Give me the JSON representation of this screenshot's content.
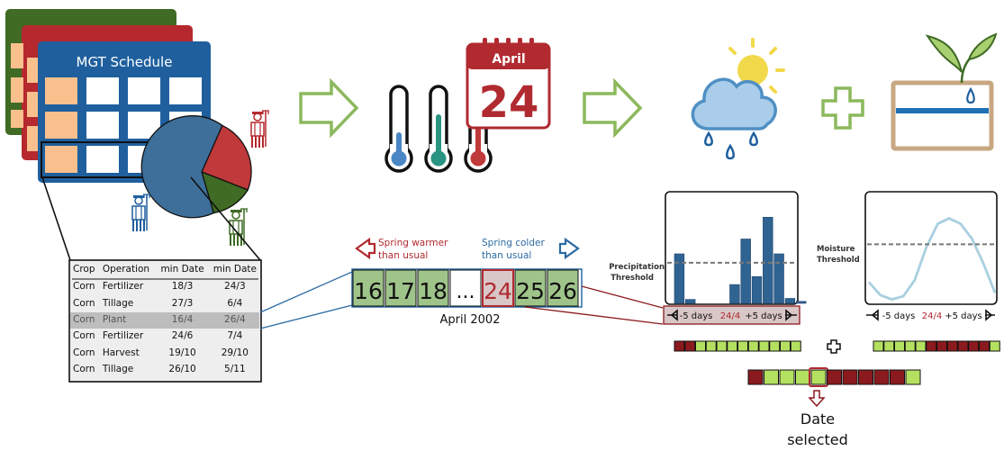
{
  "schedule": {
    "title": "MGT Schedule",
    "headers": [
      "Crop",
      "Operation",
      "min Date",
      "min Date"
    ],
    "rows": [
      [
        "Corn",
        "Fertilizer",
        "18/3",
        "24/3"
      ],
      [
        "Corn",
        "Tillage",
        "27/3",
        "6/4"
      ],
      [
        "Corn",
        "Plant",
        "16/4",
        "26/4"
      ],
      [
        "Corn",
        "Fertilizer",
        "24/6",
        "7/4"
      ],
      [
        "Corn",
        "Harvest",
        "19/10",
        "29/10"
      ],
      [
        "Corn",
        "Tillage",
        "26/10",
        "5/11"
      ]
    ],
    "highlighted_row": 2
  },
  "calendar": {
    "month": "April",
    "day": "24"
  },
  "thermometer_colors": [
    "#4a86c5",
    "#2a9482",
    "#c0393b"
  ],
  "timeline": {
    "days": [
      "16",
      "17",
      "18",
      "...",
      "24",
      "25",
      "26"
    ],
    "selected": "24",
    "caption": "April 2002",
    "warmer_label": [
      "Spring warmer",
      "than usual"
    ],
    "colder_label": [
      "Spring colder",
      "than usual"
    ]
  },
  "precipitation": {
    "threshold_label": [
      "Precipitation",
      "Threshold"
    ],
    "bars": [
      0.5,
      0.04,
      0,
      0,
      0,
      0.19,
      0.65,
      0.27,
      0.87,
      0.5,
      0.05,
      0.02
    ],
    "threshold": 0.41,
    "window_left": "-5 days",
    "window_center": "24/4",
    "window_right": "+5 days"
  },
  "moisture": {
    "threshold_label": [
      "Moisture",
      "Threshold"
    ],
    "curve": [
      0.18,
      0.06,
      0.02,
      0.05,
      0.2,
      0.5,
      0.72,
      0.77,
      0.72,
      0.58,
      0.35,
      0.08
    ],
    "threshold": 0.53,
    "window_left": "-5 days",
    "window_center": "24/4",
    "window_right": "+5 days"
  },
  "suitability": {
    "precipitation_row": [
      "bad",
      "bad",
      "good",
      "good",
      "good",
      "good",
      "good",
      "good",
      "good",
      "good",
      "good",
      "good"
    ],
    "moisture_row": [
      "good",
      "good",
      "good",
      "good",
      "good",
      "bad",
      "bad",
      "bad",
      "bad",
      "bad",
      "bad",
      "good"
    ],
    "combined_row": [
      "bad",
      "good",
      "good",
      "good",
      "good",
      "bad",
      "bad",
      "bad",
      "bad",
      "bad",
      "good"
    ],
    "selected_index": 4,
    "result_label": [
      "Date",
      "selected"
    ]
  },
  "colors": {
    "green": "#3f6b24",
    "red": "#b5282e",
    "blue": "#1f5f9e",
    "cell_orange": "#f9c08d",
    "arrow_green": "#8cb85c",
    "day_green": "#9fc48a",
    "selected_red": "#b02a30",
    "good": "#b4e060",
    "bad": "#8b1a1e"
  },
  "icons": [
    "farmer-icon",
    "thermometer-icon",
    "calendar-icon",
    "cloud-rain-sun-icon",
    "plus-icon",
    "soil-plant-icon",
    "arrow-right-icon"
  ]
}
